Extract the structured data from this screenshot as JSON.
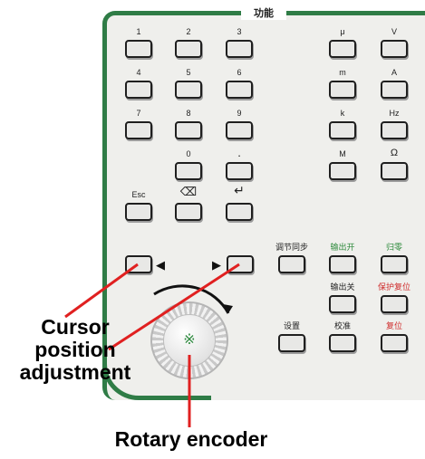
{
  "panel": {
    "title": "功能"
  },
  "keys": [
    {
      "id": "1",
      "label": "1"
    },
    {
      "id": "2",
      "label": "2"
    },
    {
      "id": "3",
      "label": "3"
    },
    {
      "id": "mu",
      "label": "μ"
    },
    {
      "id": "V",
      "label": "V"
    },
    {
      "id": "4",
      "label": "4"
    },
    {
      "id": "5",
      "label": "5"
    },
    {
      "id": "6",
      "label": "6"
    },
    {
      "id": "m",
      "label": "m"
    },
    {
      "id": "A",
      "label": "A"
    },
    {
      "id": "7",
      "label": "7"
    },
    {
      "id": "8",
      "label": "8"
    },
    {
      "id": "9",
      "label": "9"
    },
    {
      "id": "k",
      "label": "k"
    },
    {
      "id": "Hz",
      "label": "Hz"
    },
    {
      "id": "0",
      "label": "0"
    },
    {
      "id": "dot",
      "label": "."
    },
    {
      "id": "M",
      "label": "M"
    },
    {
      "id": "ohm",
      "label": "Ω"
    },
    {
      "id": "esc",
      "label": "Esc"
    },
    {
      "id": "backspace",
      "label": "⌫"
    },
    {
      "id": "enter",
      "label": "↵"
    },
    {
      "id": "adjust_sync",
      "label": "调节同步"
    },
    {
      "id": "output_on",
      "label": "输出开"
    },
    {
      "id": "zero",
      "label": "归零"
    },
    {
      "id": "output_off",
      "label": "输出关"
    },
    {
      "id": "protect_reset",
      "label": "保护复位"
    },
    {
      "id": "settings",
      "label": "设置"
    },
    {
      "id": "calibrate",
      "label": "校准"
    },
    {
      "id": "reset",
      "label": "复位"
    }
  ],
  "arrows": {
    "left": "◀",
    "right": "▶"
  },
  "encoder": {
    "center_glyph": "※"
  },
  "callouts": {
    "cursor": [
      "Cursor",
      "position",
      "adjustment"
    ],
    "encoder": "Rotary encoder"
  },
  "colors": {
    "panel_border": "#2f7c46",
    "annotation_line": "#e02020",
    "green_label": "#2e8a3c",
    "red_label": "#cf2c2c"
  }
}
